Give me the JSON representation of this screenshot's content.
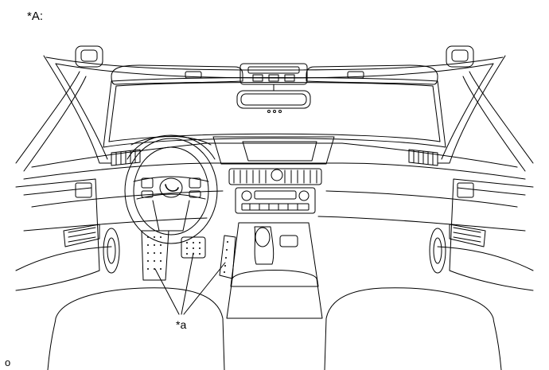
{
  "diagram": {
    "view_label": "*A:",
    "callout_label": "*a",
    "footer_code": "o"
  }
}
